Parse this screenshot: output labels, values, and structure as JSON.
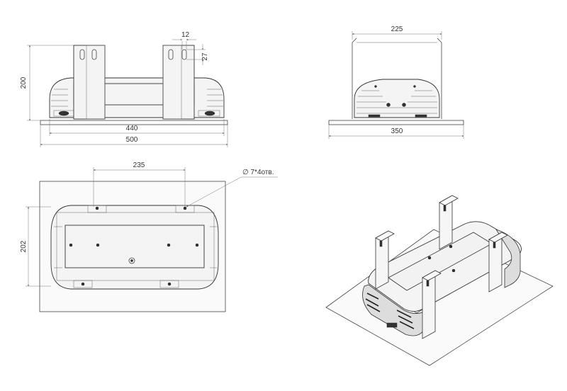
{
  "dimensions": {
    "front": {
      "slot_width": "12",
      "slot_height": "27",
      "height": "200",
      "body_length": "440",
      "plate_length": "500"
    },
    "side": {
      "bracket_width": "225",
      "plate_width": "350"
    },
    "top": {
      "mount_spacing": "235",
      "body_width": "202",
      "hole_note": "∅ 7*4отв."
    }
  }
}
